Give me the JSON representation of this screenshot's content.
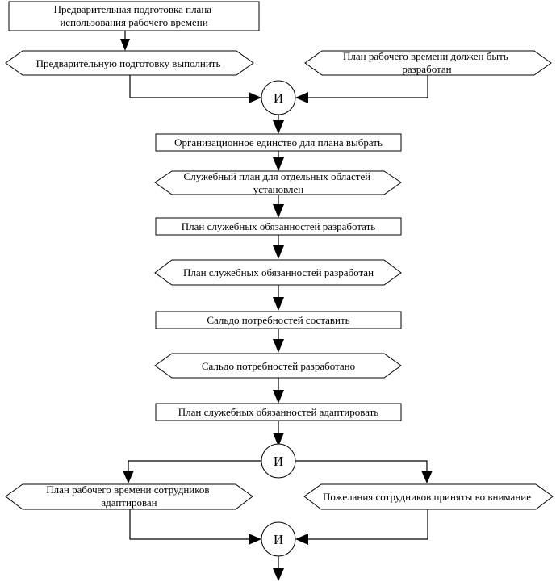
{
  "nodes": {
    "prep_plan": [
      "Предварительная подготовка плана",
      "использования рабочего времени"
    ],
    "do_prep": [
      "Предварительную подготовку выполнить"
    ],
    "plan_required": [
      "План рабочего времени должен быть",
      "разработан"
    ],
    "and1": "И",
    "choose_unity": [
      "Организационное единство для плана выбрать"
    ],
    "plan_set": [
      "Служебный план для отдельных областей",
      "установлен"
    ],
    "develop_duties": [
      "План служебных обязанностей разработать"
    ],
    "duties_done": [
      "План служебных обязанностей разработан"
    ],
    "compose_balance": [
      "Сальдо потребностей составить"
    ],
    "balance_done": [
      "Сальдо потребностей разработано"
    ],
    "adapt_duties": [
      "План служебных обязанностей адаптировать"
    ],
    "and2": "И",
    "staff_adapted": [
      "План рабочего времени сотрудников",
      "адаптирован"
    ],
    "wishes_considered": [
      "Пожелания сотрудников приняты во внимание"
    ],
    "and3": "И"
  }
}
